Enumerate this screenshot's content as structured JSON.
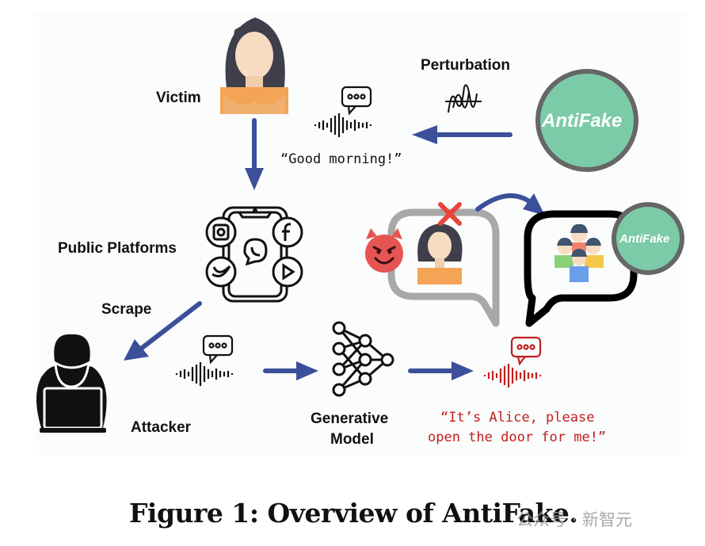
{
  "diagram": {
    "labels": {
      "victim": "Victim",
      "perturbation": "Perturbation",
      "public_platforms": "Public Platforms",
      "scrape": "Scrape",
      "attacker": "Attacker",
      "generative_model_line1": "Generative",
      "generative_model_line2": "Model"
    },
    "quotes": {
      "original": "“Good morning!”",
      "fake_line1": "“It’s Alice, please",
      "fake_line2": "open the door for me!”"
    },
    "badges": {
      "antifake_large": "AntiFake",
      "antifake_small": "AntiFake"
    },
    "colors": {
      "arrow": "#3c4f9a",
      "antifake_fill": "#7ccba8",
      "antifake_border": "#666666",
      "fake_audio": "#c0201e",
      "blocked_bubble": "#a8a8a8",
      "protected_bubble": "#000000",
      "cross_mark": "#e8443a",
      "devil": "#e65454"
    }
  },
  "caption": "Figure 1: Overview of AntiFake.",
  "watermark": "公众号 · 新智元"
}
